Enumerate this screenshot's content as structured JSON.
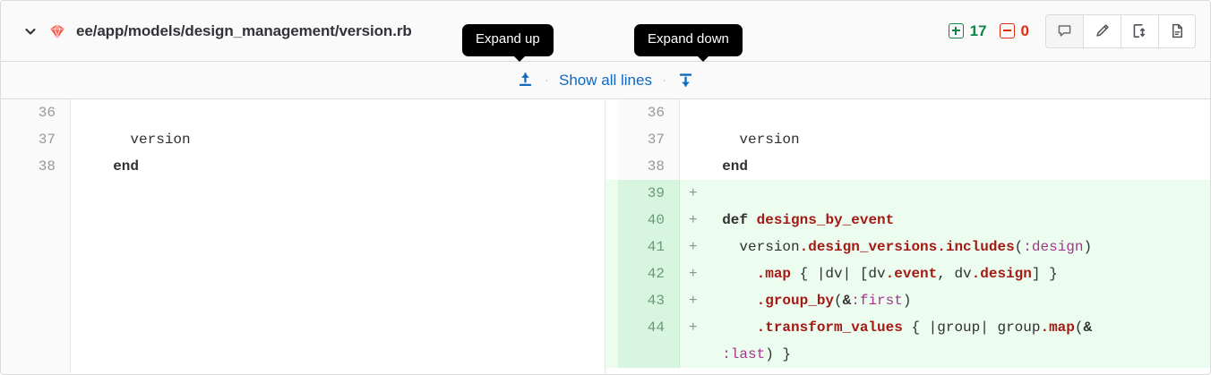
{
  "header": {
    "collapse_icon": "chevron-down-icon",
    "file_type_icon": "ruby-gem-icon",
    "file_path": "ee/app/models/design_management/version.rb",
    "stats": {
      "added_label": "17",
      "removed_label": "0",
      "added_icon": "plus-square-icon",
      "removed_icon": "minus-square-icon",
      "added_color": "#108548",
      "removed_color": "#dd2b0e"
    },
    "actions": [
      {
        "name": "comment-button",
        "icon": "comment-icon"
      },
      {
        "name": "edit-button",
        "icon": "pencil-icon"
      },
      {
        "name": "compare-button",
        "icon": "file-transfer-icon"
      },
      {
        "name": "view-file-button",
        "icon": "document-icon"
      }
    ]
  },
  "tooltips": {
    "expand_up": "Expand up",
    "expand_down": "Expand down"
  },
  "expand_row": {
    "expand_up_icon": "arrow-up-to-line-icon",
    "separator": "·",
    "show_all_lines": "Show all lines",
    "expand_down_icon": "arrow-down-to-line-icon",
    "link_color": "#1068bf"
  },
  "diff": {
    "view": "split",
    "left": [
      {
        "number": "36",
        "sign": "",
        "type": "context",
        "tokens": []
      },
      {
        "number": "37",
        "sign": "",
        "type": "context",
        "tokens": [
          {
            "t": "    version",
            "c": "id"
          }
        ]
      },
      {
        "number": "38",
        "sign": "",
        "type": "context",
        "tokens": [
          {
            "t": "  ",
            "c": "id"
          },
          {
            "t": "end",
            "c": "k"
          }
        ]
      }
    ],
    "right": [
      {
        "number": "36",
        "sign": "",
        "type": "context",
        "tokens": []
      },
      {
        "number": "37",
        "sign": "",
        "type": "context",
        "tokens": [
          {
            "t": "    version",
            "c": "id"
          }
        ]
      },
      {
        "number": "38",
        "sign": "",
        "type": "context",
        "tokens": [
          {
            "t": "  ",
            "c": "id"
          },
          {
            "t": "end",
            "c": "k"
          }
        ]
      },
      {
        "number": "39",
        "sign": "+",
        "type": "added",
        "tokens": []
      },
      {
        "number": "40",
        "sign": "+",
        "type": "added",
        "tokens": [
          {
            "t": "  ",
            "c": "id"
          },
          {
            "t": "def",
            "c": "k"
          },
          {
            "t": " ",
            "c": "id"
          },
          {
            "t": "designs_by_event",
            "c": "nf"
          }
        ]
      },
      {
        "number": "41",
        "sign": "+",
        "type": "added",
        "tokens": [
          {
            "t": "    version",
            "c": "id"
          },
          {
            "t": ".design_versions.includes",
            "c": "nf"
          },
          {
            "t": "(",
            "c": "pn"
          },
          {
            "t": ":design",
            "c": "sy"
          },
          {
            "t": ")",
            "c": "pn"
          }
        ]
      },
      {
        "number": "42",
        "sign": "+",
        "type": "added",
        "tokens": [
          {
            "t": "      ",
            "c": "id"
          },
          {
            "t": ".map",
            "c": "nf"
          },
          {
            "t": " { |dv| [dv",
            "c": "id"
          },
          {
            "t": ".event",
            "c": "nf"
          },
          {
            "t": ", dv",
            "c": "id"
          },
          {
            "t": ".design",
            "c": "nf"
          },
          {
            "t": "] }",
            "c": "id"
          }
        ]
      },
      {
        "number": "43",
        "sign": "+",
        "type": "added",
        "tokens": [
          {
            "t": "      ",
            "c": "id"
          },
          {
            "t": ".group_by",
            "c": "nf"
          },
          {
            "t": "(",
            "c": "pn"
          },
          {
            "t": "&",
            "c": "amp"
          },
          {
            "t": ":first",
            "c": "sy"
          },
          {
            "t": ")",
            "c": "pn"
          }
        ]
      },
      {
        "number": "44",
        "sign": "+",
        "type": "added",
        "tokens": [
          {
            "t": "      ",
            "c": "id"
          },
          {
            "t": ".transform_values",
            "c": "nf"
          },
          {
            "t": " { |group| group",
            "c": "id"
          },
          {
            "t": ".map",
            "c": "nf"
          },
          {
            "t": "(",
            "c": "pn"
          },
          {
            "t": "&",
            "c": "amp"
          }
        ]
      },
      {
        "number": "",
        "sign": "",
        "type": "added-wrap",
        "tokens": [
          {
            "t": "  ",
            "c": "id"
          },
          {
            "t": ":last",
            "c": "sy"
          },
          {
            "t": ") }",
            "c": "pn"
          }
        ]
      }
    ]
  }
}
